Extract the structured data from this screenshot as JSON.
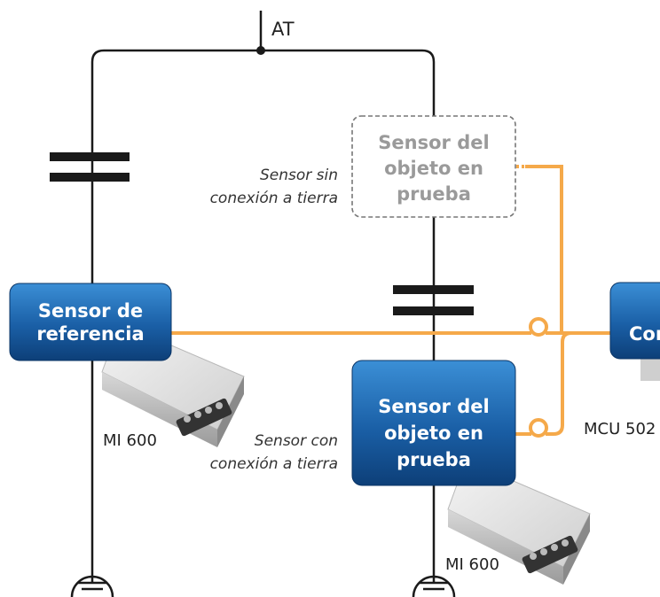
{
  "diagram": {
    "top_label": "AT",
    "reference_sensor": {
      "lines": [
        "Sensor de",
        "referencia"
      ]
    },
    "ungrounded_sensor": {
      "lines": [
        "Sensor del",
        "objeto en",
        "prueba"
      ]
    },
    "grounded_sensor": {
      "lines": [
        "Sensor del",
        "objeto en",
        "prueba"
      ]
    },
    "controller_box": {
      "text": "Con"
    },
    "ungrounded_caption": [
      "Sensor sin",
      "conexión a tierra"
    ],
    "grounded_caption": [
      "Sensor con",
      "conexión a tierra"
    ],
    "device_left_label": "MI 600",
    "device_mid_label": "MI 600",
    "device_right_label": "MCU 502"
  },
  "colors": {
    "box_fill_top": "#2d7fc7",
    "box_fill_bottom": "#0f4a8a",
    "orange_line": "#f5a94a",
    "wire": "#1a1a1a",
    "dashed_border": "#888888"
  },
  "icons": [
    "ground-symbol-icon",
    "capacitor-icon",
    "connector-ring-icon",
    "device-icon"
  ]
}
